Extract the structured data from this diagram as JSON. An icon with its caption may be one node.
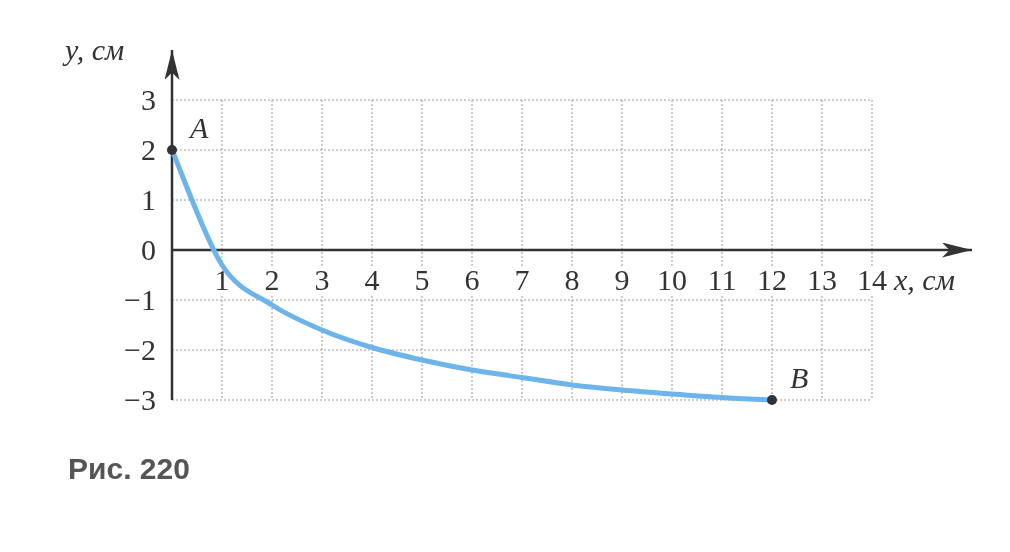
{
  "diagram": {
    "caption": "Рис. 220",
    "chart_data": {
      "type": "line",
      "xlabel": "x, см",
      "ylabel": "y, см",
      "x": [
        0,
        1,
        2,
        3,
        4,
        5,
        6,
        7,
        8,
        9,
        10,
        11,
        12
      ],
      "series": [
        {
          "color": "#6cb4ea",
          "values": [
            2,
            -0.3,
            -1.1,
            -1.6,
            -1.95,
            -2.2,
            -2.4,
            -2.55,
            -2.7,
            -2.8,
            -2.88,
            -2.95,
            -3
          ]
        }
      ],
      "xlim": [
        0,
        16
      ],
      "ylim": [
        -3,
        4
      ],
      "grid": true,
      "xticks": [
        1,
        2,
        3,
        4,
        5,
        6,
        7,
        8,
        9,
        10,
        11,
        12,
        13,
        14
      ],
      "yticks": [
        {
          "value": -3,
          "label": "−3"
        },
        {
          "value": -2,
          "label": "−2"
        },
        {
          "value": -1,
          "label": "−1"
        },
        0,
        1,
        2,
        3
      ],
      "annotations": [
        {
          "text": "A",
          "x": 0,
          "y": 2
        },
        {
          "text": "B",
          "x": 12,
          "y": -3
        }
      ]
    }
  }
}
